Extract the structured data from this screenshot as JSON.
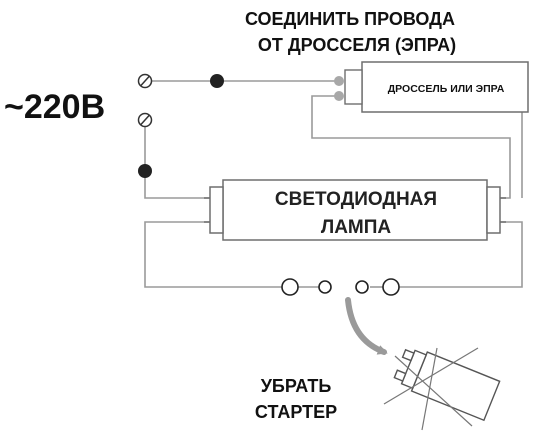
{
  "voltage_label": "~220В",
  "instruction": {
    "line1": "СОЕДИНИТЬ ПРОВОДА",
    "line2": "ОТ ДРОССЕЛЯ (ЭПРА)"
  },
  "ballast_label": "ДРОССЕЛЬ ИЛИ ЭПРА",
  "lamp_label": {
    "line1": "СВЕТОДИОДНАЯ",
    "line2": "ЛАМПА"
  },
  "starter_note": {
    "line1": "УБРАТЬ",
    "line2": "СТАРТЕР"
  },
  "colors": {
    "wire": "#9a9a9a",
    "component_outline": "#6e6e6e",
    "joint": "#222222",
    "ballast_pin": "#a8a8a8",
    "arrow": "#9a9a9a",
    "text": "#111111"
  }
}
